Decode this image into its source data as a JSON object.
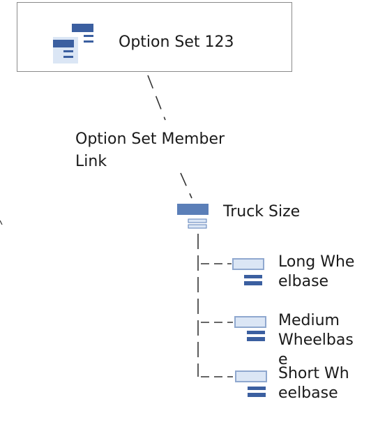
{
  "root": {
    "label": "Option Set 123",
    "icon": "option-set-icon"
  },
  "link": {
    "label_line1": "Option Set Member",
    "label_line2": "Link"
  },
  "member": {
    "label": "Truck Size",
    "icon": "option-list-icon"
  },
  "children": [
    {
      "label": "Long Wheelbase",
      "icon": "option-item-icon"
    },
    {
      "label": "Medium Wheelbase",
      "icon": "option-item-icon"
    },
    {
      "label": "Short Wheelbase",
      "icon": "option-item-icon"
    }
  ],
  "colors": {
    "dark_blue": "#3b5fa0",
    "mid_blue": "#5b7fb8",
    "light_blue": "#dbe6f5",
    "line": "#333333",
    "border": "#8a8a8a"
  }
}
